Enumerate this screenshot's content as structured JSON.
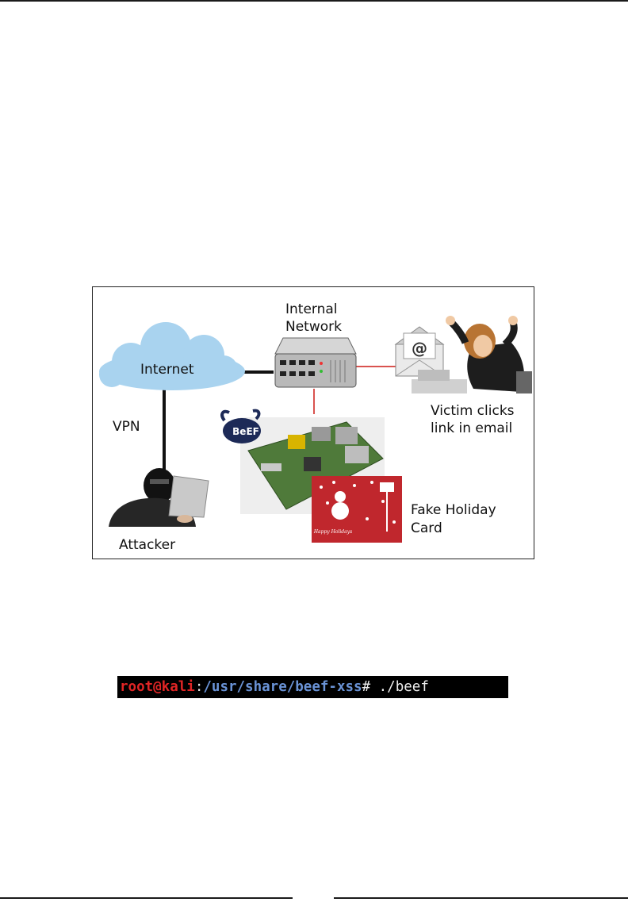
{
  "figure": {
    "labels": {
      "internal_network_line1": "Internal",
      "internal_network_line2": "Network",
      "internet": "Internet",
      "vpn": "VPN",
      "attacker": "Attacker",
      "victim_line1": "Victim clicks",
      "victim_line2": "link in email",
      "fake_card_line1": "Fake Holiday",
      "fake_card_line2": "Card",
      "beef_logo": "BeEF",
      "email_symbol": "@",
      "card_inscription": "Happy Holidays"
    },
    "colors": {
      "cloud": "#a9d3ef",
      "lan_link": "#d9534f",
      "wan_link": "#111111"
    }
  },
  "terminal": {
    "user": "root@kali",
    "colon": ":",
    "path": "/usr/share/beef-xss",
    "command": "# ./beef"
  }
}
